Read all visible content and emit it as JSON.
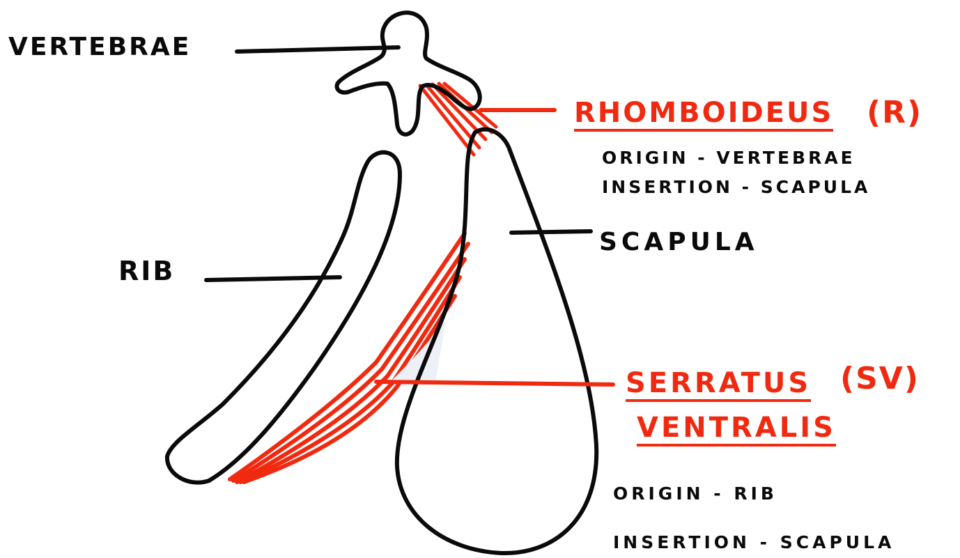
{
  "colors": {
    "ink": "#0a0a0a",
    "muscle": "#f02a10",
    "paper": "#ffffff"
  },
  "labels": {
    "vertebrae": "VERTEBRAE",
    "rib": "RIB",
    "scapula": "SCAPULA",
    "rhomboideus": {
      "name": "RHOMBOIDEUS",
      "abbr": "(R)",
      "origin": "ORIGIN - VERTEBRAE",
      "insertion": "INSERTION - SCAPULA"
    },
    "serratus": {
      "name_line1": "SERRATUS",
      "name_line2": "VENTRALIS",
      "abbr": "(SV)",
      "origin": "ORIGIN - RIB",
      "insertion": "INSERTION - SCAPULA"
    }
  }
}
